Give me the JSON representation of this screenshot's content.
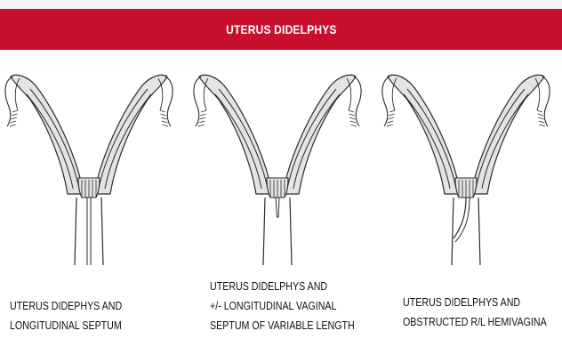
{
  "header": {
    "title": "UTERUS DIDELPHYS"
  },
  "panels": [
    {
      "variant": "longitudinal-septum",
      "caption_lines": [
        "UTERUS DIDEPHYS AND",
        "LONGITUDINAL SEPTUM"
      ]
    },
    {
      "variant": "partial-septum",
      "caption_lines": [
        "UTERUS DIDELPHYS AND",
        "+/- LONGITUDINAL VAGINAL",
        "SEPTUM OF VARIABLE LENGTH"
      ]
    },
    {
      "variant": "obstructed-hemivagina",
      "caption_lines": [
        "UTERUS DIDELPHYS AND",
        "OBSTRUCTED R/L HEMIVAGINA"
      ]
    }
  ],
  "colors": {
    "banner": "#c8102e",
    "banner_text": "#ffffff",
    "line": "#2b2b2b",
    "fill": "#e4e4e4"
  }
}
